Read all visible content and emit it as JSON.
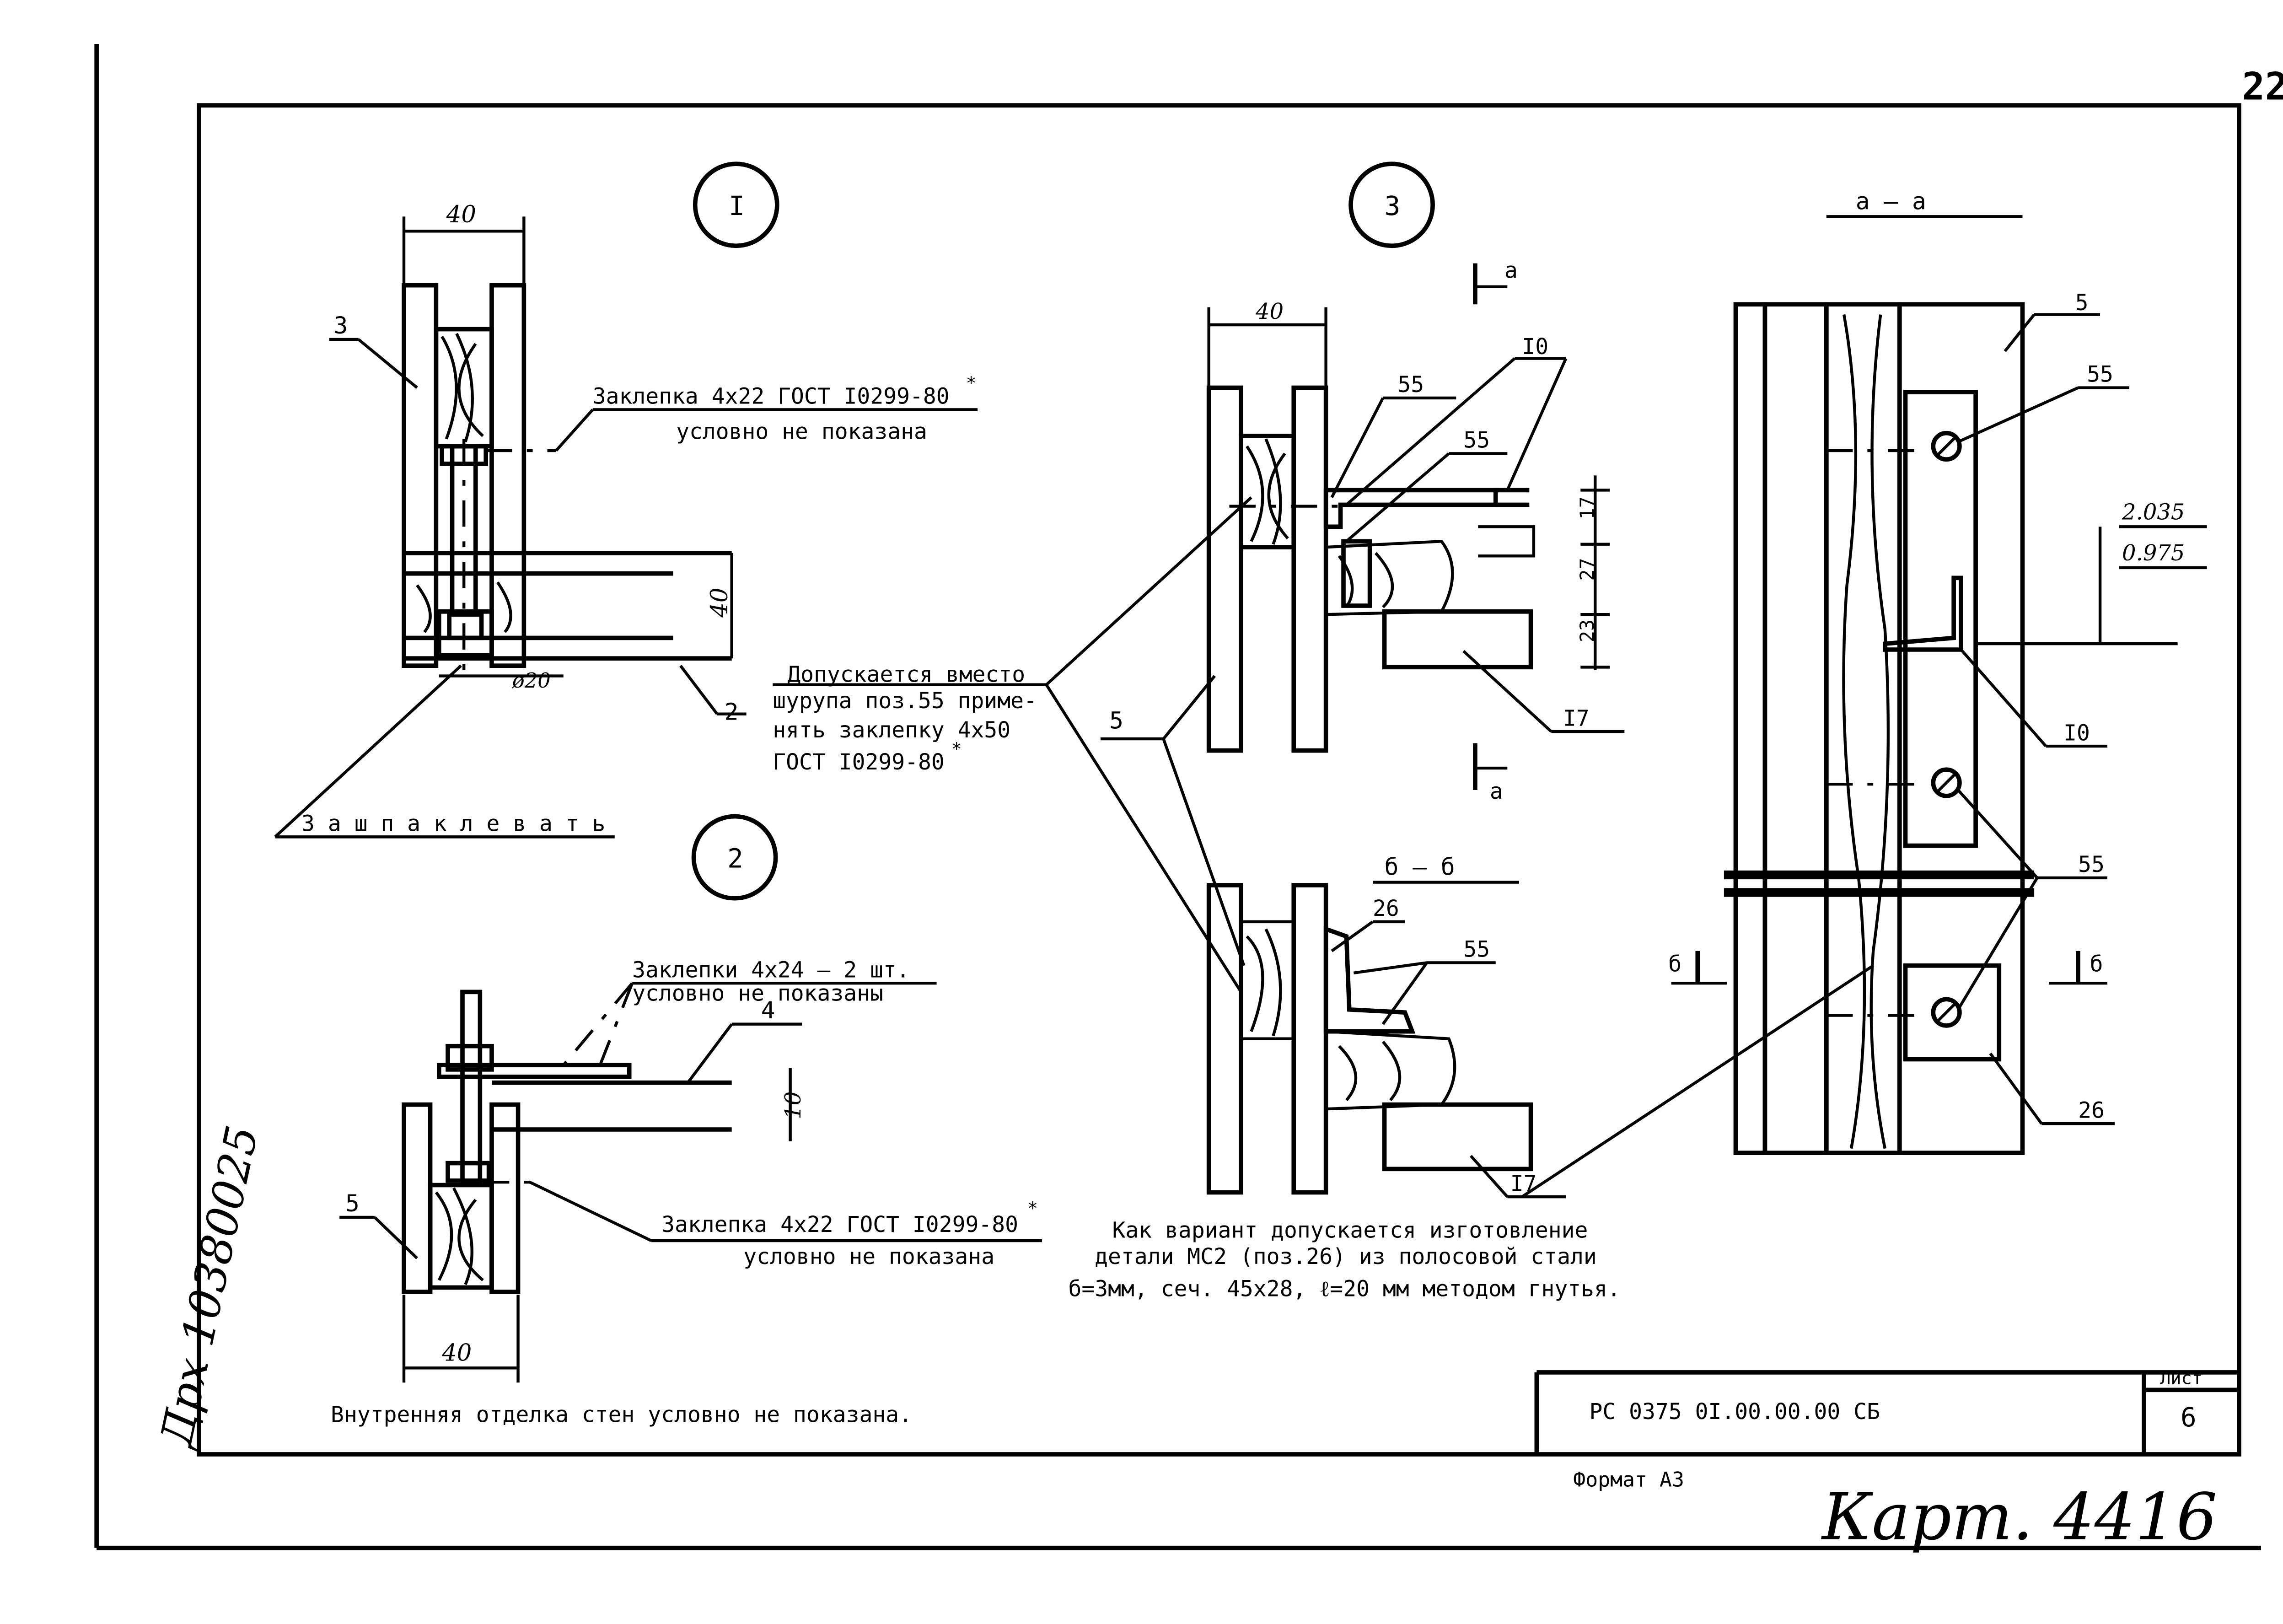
{
  "page_corner_number": "22",
  "details": {
    "d1": "I",
    "d2": "2",
    "d3": "3"
  },
  "section_aa": {
    "title": "а – а",
    "cut_label_top": "а",
    "cut_label_bottom": "а"
  },
  "section_bb": {
    "title": "б – б",
    "cut_label_left": "б",
    "cut_label_right": "б"
  },
  "dims": {
    "d1_width": "40",
    "d1_height": "40",
    "d1_dia": "ø20",
    "d2_width": "40",
    "d2_height": "10",
    "d3_width": "40",
    "d3_h1": "17",
    "d3_h2": "27",
    "d3_h3": "23",
    "elev_top": "2.035",
    "elev_bottom": "0.975"
  },
  "labels": {
    "p3": "3",
    "p2": "2",
    "p5_d2": "5",
    "p4": "4",
    "p5_d3": "5",
    "p55_a": "55",
    "p55_b": "55",
    "p10": "I0",
    "p17": "I7",
    "p26": "26",
    "p55_c": "55",
    "p17_b": "I7",
    "aa_5": "5",
    "aa_55": "55",
    "aa_10": "I0",
    "aa_55b": "55",
    "aa_26": "26"
  },
  "notes": {
    "rivet1_l1": "Заклепка 4х22 ГОСТ I0299-80",
    "rivet1_l2": "условно не показана",
    "putty": "З а ш п а к л е в а т ь",
    "allow_l1": "Допускается вместо",
    "allow_l2": "шурупа поз.55 приме-",
    "allow_l3": "нять заклепку 4х50",
    "allow_l4": "ГОСТ I0299-80",
    "rivets2_l1": "Заклепки 4х24 – 2 шт.",
    "rivets2_l2": "условно не показаны",
    "rivet3_l1": "Заклепка 4х22 ГОСТ I0299-80",
    "rivet3_l2": "условно не показана",
    "variant_l1": "Как вариант допускается изготовление",
    "variant_l2": "детали МС2 (поз.26) из полосовой стали",
    "variant_l3": "б=3мм, сеч. 45х28, ℓ=20 мм методом гнутья.",
    "inner_finish": "Внутренняя отделка стен условно не показана.",
    "star": "*"
  },
  "title_block": {
    "doc_code": "РС 0375 0I.00.00.00 СБ",
    "sheet_label": "Лист",
    "sheet_no": "6",
    "format": "Формат А3"
  },
  "handwriting": {
    "margin_note": "Дрх 10380025",
    "card": "Карт. 4416"
  }
}
